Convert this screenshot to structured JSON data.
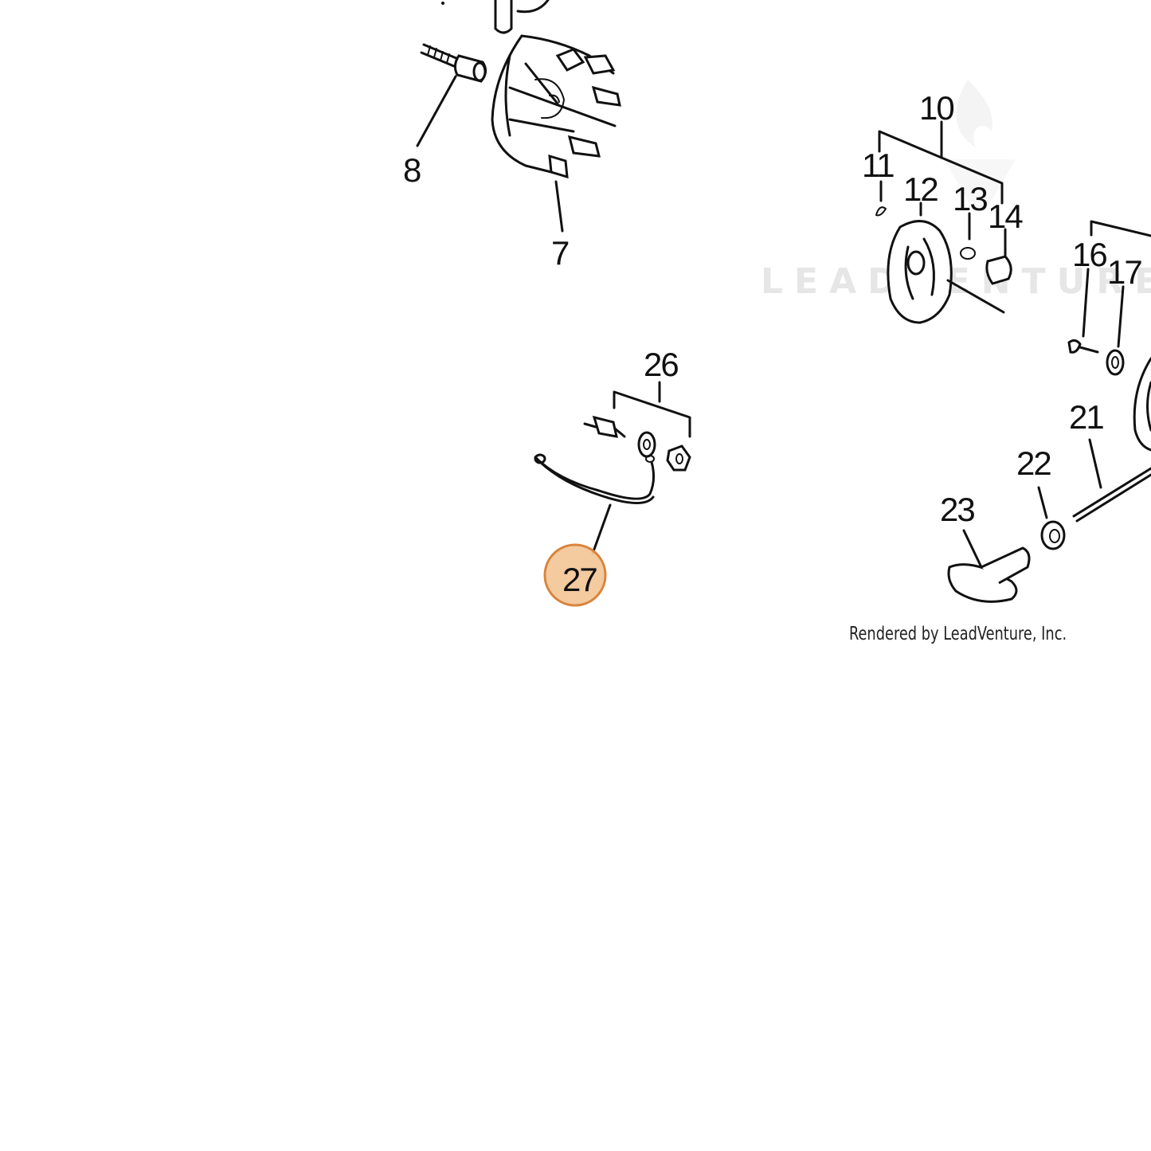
{
  "callouts": {
    "c7": "7",
    "c8": "8",
    "c10": "10",
    "c11": "11",
    "c12": "12",
    "c13": "13",
    "c14": "14",
    "c16": "16",
    "c17": "17",
    "c21": "21",
    "c22": "22",
    "c23": "23",
    "c26": "26",
    "c27": "27"
  },
  "highlighted_callout": "27",
  "colors": {
    "highlight_fill": "#f3c79a",
    "highlight_stroke": "#d9843c",
    "ink": "#111111",
    "watermark": "#e6e6e6"
  },
  "watermark": "LEADVENTURE",
  "credit": "Rendered by LeadVenture, Inc."
}
